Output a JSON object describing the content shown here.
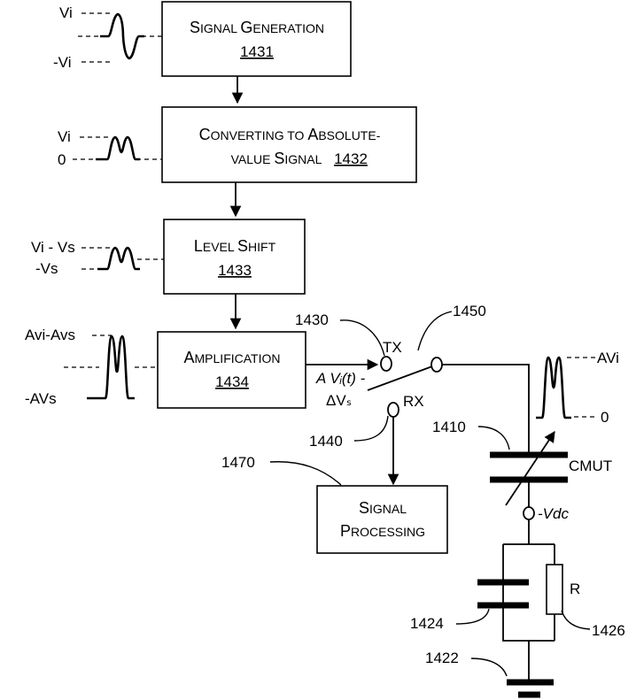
{
  "blocks": {
    "signal_generation": {
      "title": "Signal Generation",
      "ref": "1431"
    },
    "absolute_value": {
      "line1": "Converting to Absolute-",
      "line2": "value Signal",
      "ref": "1432"
    },
    "level_shift": {
      "title": "Level Shift",
      "ref": "1433"
    },
    "amplification": {
      "title": "Amplification",
      "ref": "1434"
    },
    "signal_processing": {
      "line1": "Signal",
      "line2": "Processing"
    }
  },
  "waveform_labels": {
    "gen_top": "Vi",
    "gen_bottom": "-Vi",
    "abs_top": "Vi",
    "abs_bottom": "0",
    "shift_top": "Vi - Vs",
    "shift_bottom": "-Vs",
    "amp_top": "Avi-Avs",
    "amp_bottom": "-AVs",
    "cmut_top": "AVi",
    "cmut_bottom": "0"
  },
  "switch": {
    "tx_label": "TX",
    "rx_label": "RX",
    "output_formula_line1": "A Vᵢ(t) -",
    "output_formula_line2": "ΔVₛ"
  },
  "components": {
    "cmut_label": "CMUT",
    "bias_label": "-Vdc",
    "resistor_label": "R"
  },
  "reference_numerals": {
    "tx_node": "1430",
    "switch": "1450",
    "rx_node": "1440",
    "signal_processing": "1470",
    "cmut": "1410",
    "capacitor": "1424",
    "resistor": "1426",
    "ground": "1422"
  }
}
